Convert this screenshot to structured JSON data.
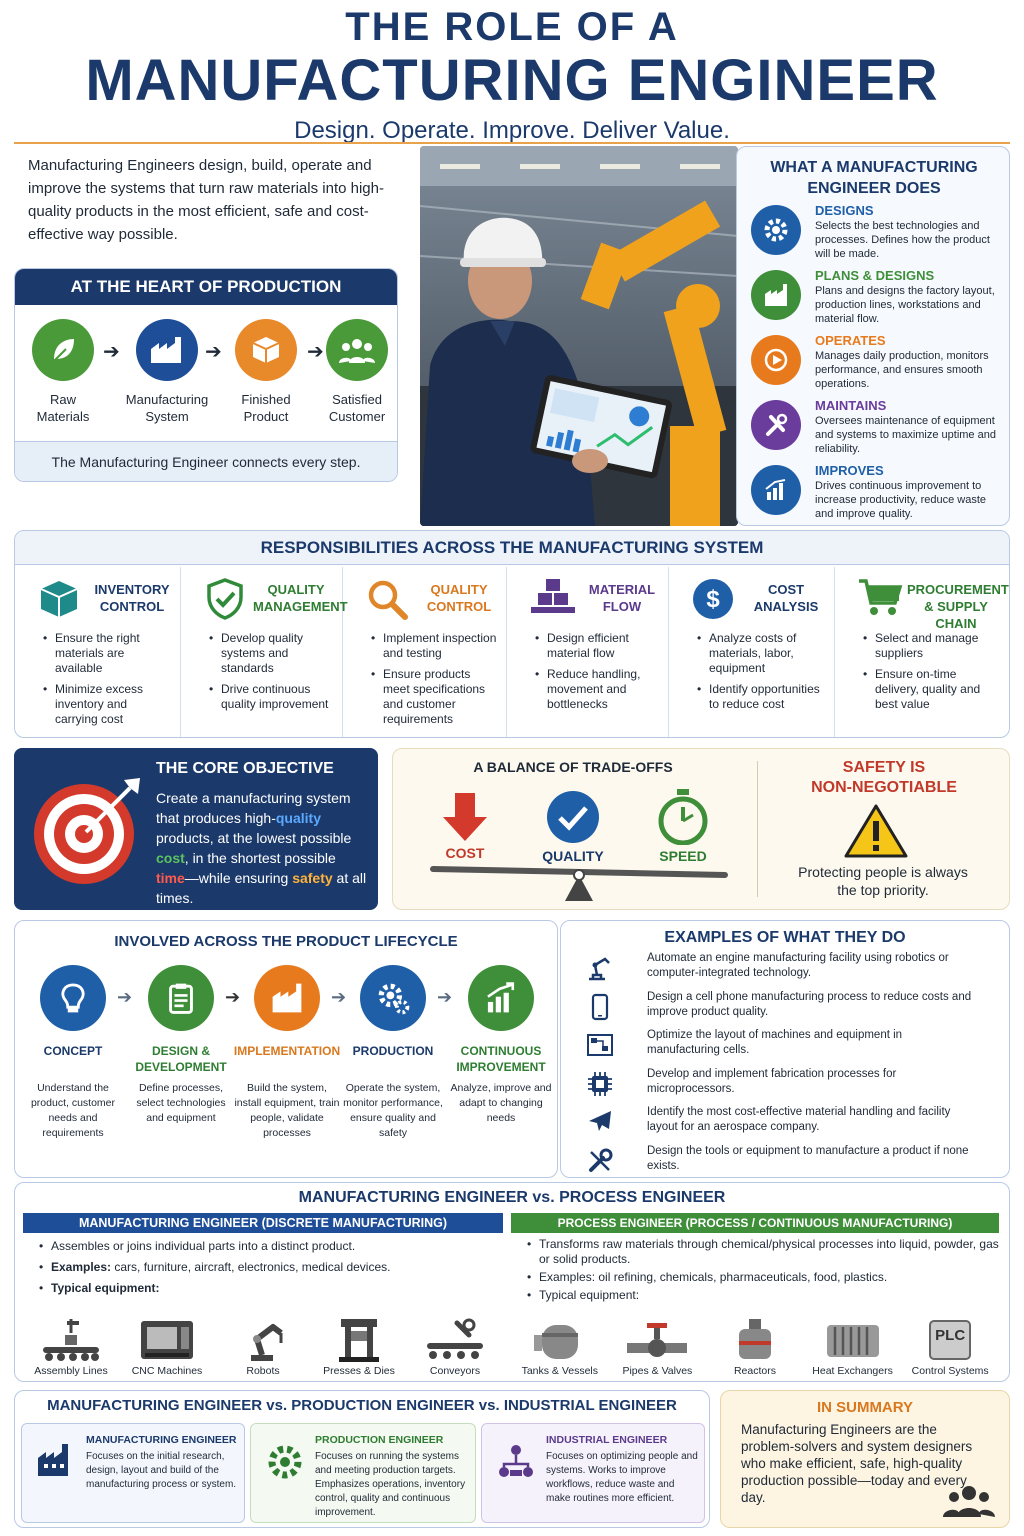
{
  "header": {
    "line1": "THE ROLE OF A",
    "line2": "MANUFACTURING ENGINEER",
    "tagline": "Design. Operate. Improve. Deliver Value."
  },
  "intro": "Manufacturing Engineers design, build, operate and improve the systems that turn raw materials into high-quality products in the most efficient, safe and cost-effective way possible.",
  "heart": {
    "title": "AT THE HEART OF PRODUCTION",
    "steps": [
      {
        "label": "Raw Materials",
        "icon": "leaf-icon",
        "color": "#4a9a3a"
      },
      {
        "label": "Manufacturing System",
        "icon": "factory-icon",
        "color": "#1f4e99"
      },
      {
        "label": "Finished Product",
        "icon": "box-icon",
        "color": "#e8892a"
      },
      {
        "label": "Satisfied Customer",
        "icon": "people-icon",
        "color": "#4a9a3a"
      }
    ],
    "footer": "The Manufacturing Engineer connects every step."
  },
  "does": {
    "title": "WHAT A MANUFACTURING ENGINEER DOES",
    "items": [
      {
        "title": "DESIGNS",
        "text": "Selects the best technologies and processes. Defines how the product will be made.",
        "color": "#1f5fa8",
        "icon": "gear-icon"
      },
      {
        "title": "PLANS & DESIGNS",
        "text": "Plans and designs the factory layout, production lines, workstations and material flow.",
        "color": "#3f8f3a",
        "icon": "factory-icon"
      },
      {
        "title": "OPERATES",
        "text": "Manages daily production, monitors performance, and ensures smooth operations.",
        "color": "#e87a1e",
        "icon": "play-icon"
      },
      {
        "title": "MAINTAINS",
        "text": "Oversees maintenance of equipment and systems to maximize uptime and reliability.",
        "color": "#6a3c9c",
        "icon": "wrench-icon"
      },
      {
        "title": "IMPROVES",
        "text": "Drives continuous improvement to increase productivity, reduce waste and improve quality.",
        "color": "#1f5fa8",
        "icon": "bar-chart-icon"
      }
    ]
  },
  "responsibilities": {
    "title": "RESPONSIBILITIES ACROSS THE MANUFACTURING SYSTEM",
    "cols": [
      {
        "title": "INVENTORY CONTROL",
        "color": "#1b3a6b",
        "icon": "cube-icon",
        "iconColor": "#1e8a8a",
        "bullets": [
          "Ensure the right materials are available",
          "Minimize excess inventory and carrying cost"
        ]
      },
      {
        "title": "QUALITY MANAGEMENT",
        "color": "#2f7d32",
        "icon": "shield-check-icon",
        "iconColor": "#2f8a3a",
        "bullets": [
          "Develop quality systems and standards",
          "Drive continuous quality improvement"
        ]
      },
      {
        "title": "QUALITY CONTROL",
        "color": "#d9781e",
        "icon": "magnifier-icon",
        "iconColor": "#e0862a",
        "bullets": [
          "Implement inspection and testing",
          "Ensure products meet specifications and customer requirements"
        ]
      },
      {
        "title": "MATERIAL FLOW",
        "color": "#5b3a8c",
        "icon": "stacked-boxes-icon",
        "iconColor": "#5b3a8c",
        "bullets": [
          "Design efficient material flow",
          "Reduce handling, movement and bottlenecks"
        ]
      },
      {
        "title": "COST ANALYSIS",
        "color": "#1b3a6b",
        "icon": "dollar-icon",
        "iconColor": "#1f5fa8",
        "bullets": [
          "Analyze costs of materials, labor, equipment",
          "Identify opportunities to reduce cost"
        ]
      },
      {
        "title": "PROCUREMENT & SUPPLY CHAIN",
        "color": "#2f7d32",
        "icon": "cart-icon",
        "iconColor": "#3f8f3a",
        "bullets": [
          "Select and manage suppliers",
          "Ensure on-time delivery, quality and best value"
        ]
      }
    ]
  },
  "core": {
    "title": "THE CORE OBJECTIVE",
    "p1": "Create a manufacturing system that produces high-",
    "w_quality": "quality",
    "p2": " products, at the lowest possible ",
    "w_cost": "cost",
    "p3": ", in the shortest possible ",
    "w_time": "time",
    "p4": "—while ensuring ",
    "w_safety": "safety",
    "p5": " at all times."
  },
  "tradeoffs": {
    "title": "A BALANCE OF TRADE-OFFS",
    "cost": "COST",
    "quality": "QUALITY",
    "speed": "SPEED"
  },
  "safety": {
    "title1": "SAFETY IS",
    "title2": "NON-NEGOTIABLE",
    "text": "Protecting people is always the top priority."
  },
  "lifecycle": {
    "title": "INVOLVED ACROSS THE PRODUCT LIFECYCLE",
    "steps": [
      {
        "title": "CONCEPT",
        "text": "Understand the product, customer needs and requirements",
        "color": "#1f5fa8",
        "titleColor": "#1b3a6b",
        "icon": "lightbulb-icon"
      },
      {
        "title": "DESIGN & DEVELOPMENT",
        "text": "Define processes, select technologies and equipment",
        "color": "#3f8f3a",
        "titleColor": "#2f7d32",
        "icon": "clipboard-icon"
      },
      {
        "title": "IMPLEMENTATION",
        "text": "Build the system, install equipment, train people, validate processes",
        "color": "#e87a1e",
        "titleColor": "#d9781e",
        "icon": "factory-icon"
      },
      {
        "title": "PRODUCTION",
        "text": "Operate the system, monitor performance, ensure quality and safety",
        "color": "#1f5fa8",
        "titleColor": "#1b3a6b",
        "icon": "gears-icon"
      },
      {
        "title": "CONTINUOUS IMPROVEMENT",
        "text": "Analyze, improve and adapt to changing needs",
        "color": "#3f8f3a",
        "titleColor": "#2f7d32",
        "icon": "growth-chart-icon"
      }
    ]
  },
  "examples": {
    "title": "EXAMPLES OF WHAT THEY DO",
    "items": [
      {
        "text": "Automate an engine manufacturing facility using robotics or computer-integrated technology.",
        "icon": "robot-arm-icon"
      },
      {
        "text": "Design a cell phone manufacturing process to reduce costs and improve product quality.",
        "icon": "phone-icon"
      },
      {
        "text": "Optimize the layout of machines and equipment in manufacturing cells.",
        "icon": "layout-icon"
      },
      {
        "text": "Develop and implement fabrication processes for microprocessors.",
        "icon": "chip-icon"
      },
      {
        "text": "Identify the most cost-effective material handling and facility layout for an aerospace company.",
        "icon": "airplane-icon"
      },
      {
        "text": "Design the tools or equipment to manufacture a product if none exists.",
        "icon": "tools-icon"
      }
    ]
  },
  "vs1": {
    "title": "MANUFACTURING ENGINEER vs. PROCESS ENGINEER",
    "left": {
      "title": "MANUFACTURING ENGINEER (DISCRETE MANUFACTURING)",
      "b1": "Assembles or joins individual parts into a distinct product.",
      "b2_label": "Examples:",
      "b2": " cars, furniture, aircraft, electronics, medical devices.",
      "b3": "Typical equipment:",
      "equipment": [
        "Assembly Lines",
        "CNC Machines",
        "Robots",
        "Presses & Dies",
        "Conveyors"
      ]
    },
    "right": {
      "title": "PROCESS ENGINEER (PROCESS / CONTINUOUS MANUFACTURING)",
      "b1": "Transforms raw materials through chemical/physical processes into liquid, powder, gas or solid products.",
      "b2_label": "Examples:",
      "b2": " oil refining, chemicals, pharmaceuticals, food, plastics.",
      "b3": "Typical equipment:",
      "equipment": [
        "Tanks & Vessels",
        "Pipes & Valves",
        "Reactors",
        "Heat Exchangers",
        "Control Systems"
      ],
      "plc": "PLC"
    }
  },
  "vs2": {
    "title": "MANUFACTURING ENGINEER vs. PRODUCTION ENGINEER vs. INDUSTRIAL ENGINEER",
    "cards": [
      {
        "title": "MANUFACTURING ENGINEER",
        "text": "Focuses on the initial research, design, layout and build of the manufacturing process or system.",
        "color": "#1b3a6b"
      },
      {
        "title": "PRODUCTION ENGINEER",
        "text": "Focuses on running the systems and meeting production targets. Emphasizes operations, inventory control, quality and continuous improvement.",
        "color": "#2f7d32"
      },
      {
        "title": "INDUSTRIAL ENGINEER",
        "text": "Focuses on optimizing people and systems. Works to improve workflows, reduce waste and make routines more efficient.",
        "color": "#5b3a8c"
      }
    ]
  },
  "summary": {
    "title": "IN SUMMARY",
    "text": "Manufacturing Engineers are the problem-solvers and system designers who make efficient, safe, high-quality production possible—today and every day."
  }
}
